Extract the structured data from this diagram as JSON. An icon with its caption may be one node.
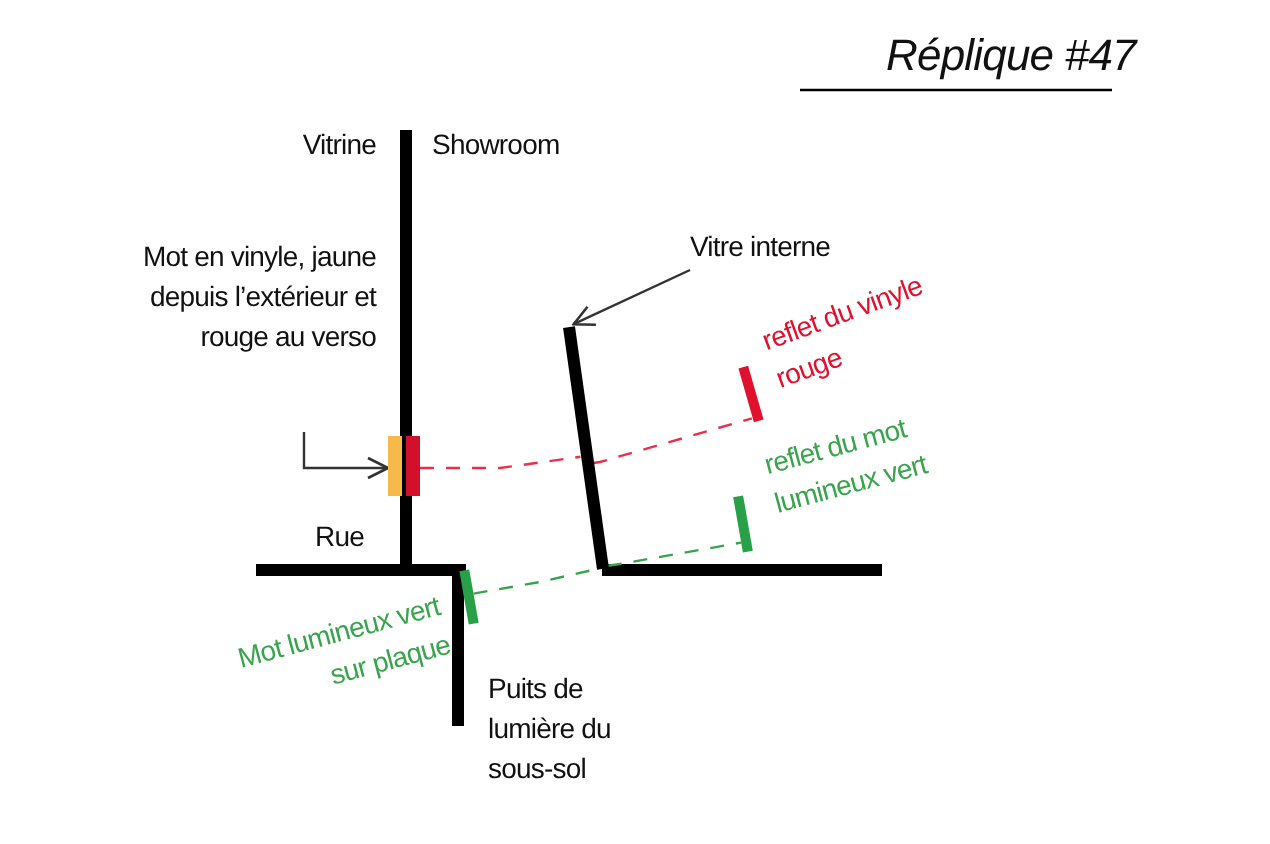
{
  "diagram": {
    "title": "Réplique #47",
    "nodes": [
      {
        "text": [
          "Mot en vinyle, jaune depuis l’extérieur et rouge au verso"
        ]
      },
      {
        "text": [],
        "shape": "bar"
      },
      {
        "text": [
          "Vitre interne"
        ]
      },
      {
        "text": [],
        "shape": "bar"
      },
      {
        "text": [],
        "shape": "bar",
        "beside": [
          "reflet du vinyle rouge"
        ]
      },
      {
        "text": [],
        "shape": "bar",
        "beside": [
          "Mot lumineux vert sur plaque"
        ]
      },
      {
        "text": [],
        "shape": "bar",
        "beside": [
          "reflet du mot lumineux vert"
        ]
      }
    ],
    "edges": [
      {
        "from": 0,
        "to": 1,
        "arrow": "to"
      },
      {
        "from": 2,
        "to": 3,
        "arrow": "to"
      },
      {
        "from": 1,
        "to": 3,
        "arrow": "none",
        "style": "dashed",
        "color": "#e8304a"
      },
      {
        "from": 3,
        "to": 4,
        "arrow": "none",
        "style": "dashed",
        "color": "#e8304a"
      },
      {
        "from": 5,
        "to": 3,
        "arrow": "none",
        "style": "dashed",
        "color": "#3aa34e"
      },
      {
        "from": 3,
        "to": 6,
        "arrow": "none",
        "style": "dashed",
        "color": "#3aa34e"
      }
    ],
    "labels": [
      "Vitrine",
      "Showroom",
      "Rue",
      "Puits de lumière du sous-sol"
    ]
  }
}
